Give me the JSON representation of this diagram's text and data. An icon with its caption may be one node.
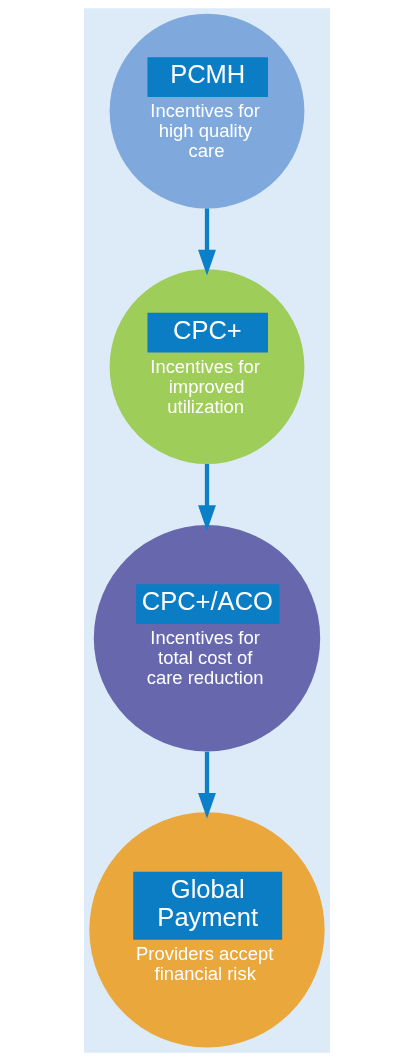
{
  "diagram": {
    "nodes": [
      {
        "text": [
          "PCMH",
          "Incentives for high quality care"
        ]
      },
      {
        "text": [
          "CPC+",
          "Incentives for improved utilization"
        ]
      },
      {
        "text": [
          "CPC+/ACO",
          "Incentives for total cost of care reduction"
        ]
      },
      {
        "text": [
          "Global Payment",
          "Providers accept financial risk"
        ]
      }
    ],
    "edges": [
      {
        "from": 0,
        "to": 1,
        "arrow": "to"
      },
      {
        "from": 1,
        "to": 2,
        "arrow": "to"
      },
      {
        "from": 2,
        "to": 3,
        "arrow": "to"
      }
    ]
  }
}
